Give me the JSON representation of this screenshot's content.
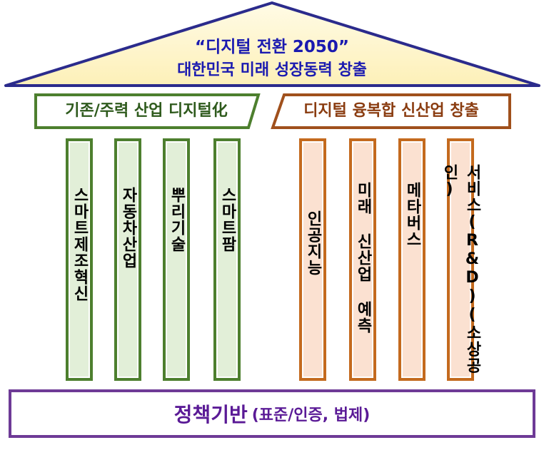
{
  "roof": {
    "title": "“디지털 전환 2050”",
    "subtitle": "대한민국 미래 성장동력 창출"
  },
  "banners": {
    "left": "기존/주력 산업 디지털化",
    "right": "디지털 융복합 신산업 창출"
  },
  "pillars": [
    {
      "label": "스마트제조혁신",
      "group": "existing"
    },
    {
      "label": "자동차산업",
      "group": "existing"
    },
    {
      "label": "뿌리기술",
      "group": "existing"
    },
    {
      "label": "스마트팜",
      "group": "existing"
    },
    {
      "label": "인공지능",
      "group": "new"
    },
    {
      "label": "미래 신산업 예측",
      "group": "new"
    },
    {
      "label": "메타버스",
      "group": "new"
    },
    {
      "label": "서비스(R&D)(소상공인)",
      "group": "new"
    }
  ],
  "foundation": {
    "main": "정책기반",
    "sub": "(표준/인증, 법제)"
  },
  "colors": {
    "roof_fill": "#fdf3c8",
    "roof_stroke": "#2b2b8c",
    "roof_text": "#1a1ab0",
    "green_border": "#4d7f2e",
    "green_fill": "#e2efd8",
    "orange_border": "#c46a1e",
    "orange_fill": "#fbe1d1",
    "foundation_border": "#6e3a96",
    "foundation_text": "#5a1a96"
  }
}
